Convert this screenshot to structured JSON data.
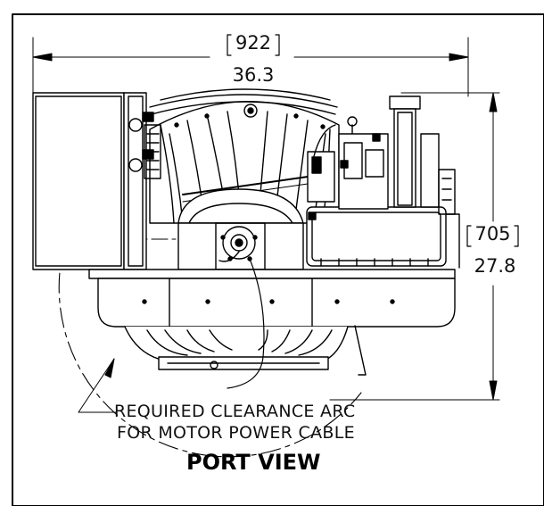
{
  "width_dimension": {
    "mm": "922",
    "inches": "36.3"
  },
  "height_dimension": {
    "mm": "705",
    "inches": "27.8"
  },
  "clearance_note": {
    "line1": "REQUIRED CLEARANCE ARC",
    "line2": "FOR MOTOR POWER CABLE"
  },
  "view_title": "PORT VIEW"
}
